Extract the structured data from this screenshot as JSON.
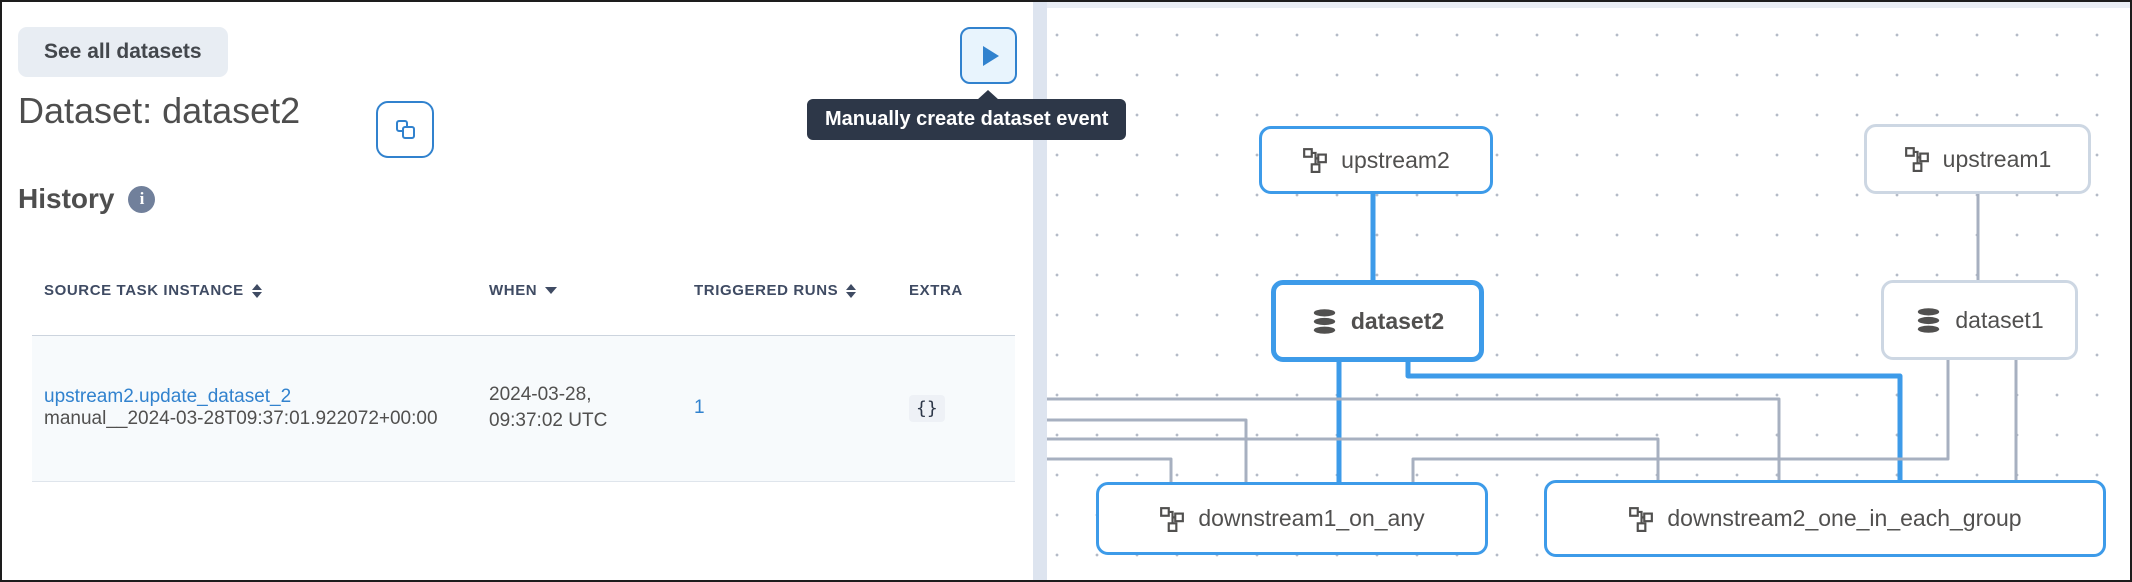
{
  "panel": {
    "back_button": "See all datasets",
    "title": "Dataset: dataset2",
    "history_heading": "History",
    "table": {
      "columns": [
        {
          "label": "SOURCE TASK INSTANCE",
          "sort": "sortable"
        },
        {
          "label": "WHEN",
          "sort": "desc"
        },
        {
          "label": "TRIGGERED RUNS",
          "sort": "sortable"
        },
        {
          "label": "EXTRA",
          "sort": "none"
        }
      ],
      "rows": [
        {
          "source_task_instance_link": "upstream2.update_dataset_2",
          "source_run_id": "manual__2024-03-28T09:37:01.922072+00:00",
          "when": "2024-03-28, 09:37:02 UTC",
          "triggered_runs": "1",
          "extra": "{}"
        }
      ]
    }
  },
  "toolbar": {
    "create_event_tooltip": "Manually create dataset event"
  },
  "icons": {
    "info": "i",
    "play": "play-triangle",
    "copy": "copy-squares",
    "dag": "dag-nodes",
    "dataset": "database-discs",
    "sort": "up-down-triangles",
    "sort_desc": "down-triangle"
  },
  "graph": {
    "nodes": [
      {
        "id": "upstream2",
        "label": "upstream2",
        "icon": "dag",
        "highlighted": true
      },
      {
        "id": "dataset2",
        "label": "dataset2",
        "icon": "dataset",
        "highlighted": true,
        "selected": true
      },
      {
        "id": "upstream1",
        "label": "upstream1",
        "icon": "dag",
        "highlighted": false
      },
      {
        "id": "dataset1",
        "label": "dataset1",
        "icon": "dataset",
        "highlighted": false
      },
      {
        "id": "downstream1_on_any",
        "label": "downstream1_on_any",
        "icon": "dag",
        "highlighted": true
      },
      {
        "id": "downstream2_one_in_each_group",
        "label": "downstream2_one_in_each_group",
        "icon": "dag",
        "highlighted": true
      }
    ],
    "edges": [
      {
        "from": "upstream2",
        "to": "dataset2",
        "highlighted": true
      },
      {
        "from": "dataset2",
        "to": "downstream1_on_any",
        "highlighted": true
      },
      {
        "from": "dataset2",
        "to": "downstream2_one_in_each_group",
        "highlighted": true
      },
      {
        "from": "upstream1",
        "to": "dataset1",
        "highlighted": false
      },
      {
        "from": "dataset1",
        "to": "downstream1_on_any",
        "highlighted": false
      },
      {
        "from": "dataset1",
        "to": "downstream2_one_in_each_group",
        "highlighted": false
      },
      {
        "from": "offscreen-left-1",
        "to": "downstream2_one_in_each_group",
        "highlighted": false
      },
      {
        "from": "offscreen-left-2",
        "to": "downstream1_on_any",
        "highlighted": false
      },
      {
        "from": "offscreen-left-3",
        "to": "downstream2_one_in_each_group",
        "highlighted": false
      },
      {
        "from": "offscreen-left-4",
        "to": "downstream1_on_any",
        "highlighted": false
      }
    ]
  },
  "colors": {
    "accent_blue": "#3182ce",
    "graph_highlight_blue": "#3d9be9",
    "graph_edge_gray": "#a7b0c0",
    "node_border_dim": "#cdd7e3",
    "tooltip_bg": "#2d3748",
    "row_bg": "#f7fafc",
    "divider": "#dde4ef"
  }
}
